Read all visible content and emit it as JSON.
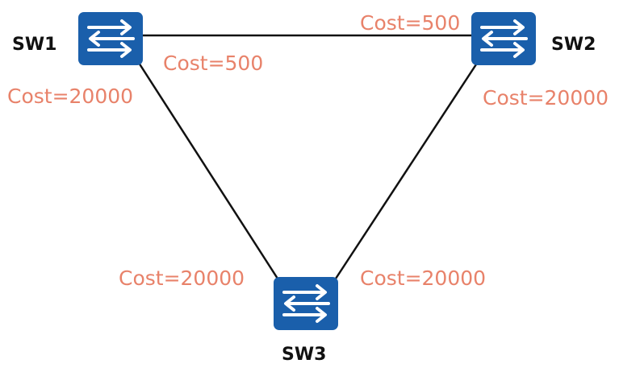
{
  "colors": {
    "switch_fill": "#1a5fab",
    "arrow": "#ffffff",
    "link": "#111111",
    "cost_text": "#e8826a",
    "label_text": "#111111"
  },
  "switches": [
    {
      "id": "SW1",
      "label": "SW1",
      "icon": "switch-icon"
    },
    {
      "id": "SW2",
      "label": "SW2",
      "icon": "switch-icon"
    },
    {
      "id": "SW3",
      "label": "SW3",
      "icon": "switch-icon"
    }
  ],
  "links": [
    {
      "from": "SW1",
      "to": "SW2",
      "cost_from": "Cost=500",
      "cost_to": "Cost=500"
    },
    {
      "from": "SW1",
      "to": "SW3",
      "cost_from": "Cost=20000",
      "cost_to": "Cost=20000"
    },
    {
      "from": "SW2",
      "to": "SW3",
      "cost_from": "Cost=20000",
      "cost_to": "Cost=20000"
    }
  ]
}
